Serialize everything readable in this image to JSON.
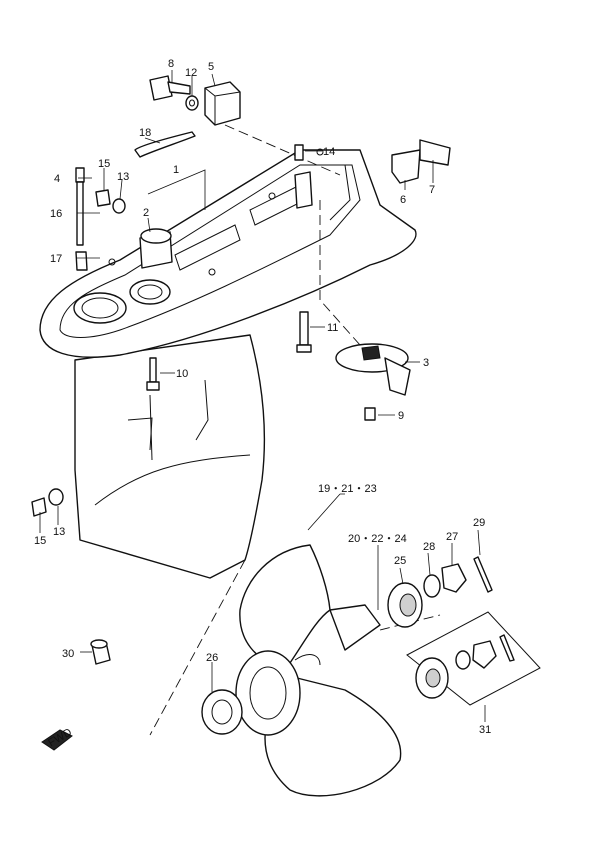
{
  "callouts": {
    "c1": "1",
    "c2": "2",
    "c3": "3",
    "c4": "4",
    "c5": "5",
    "c6": "6",
    "c7": "7",
    "c8": "8",
    "c9": "9",
    "c10": "10",
    "c11": "11",
    "c12": "12",
    "c13": "13",
    "c13b": "13",
    "c14": "14",
    "c15": "15",
    "c15b": "15",
    "c16": "16",
    "c17": "17",
    "c18": "18",
    "c19": "19・21・23",
    "c20": "20・22・24",
    "c25": "25",
    "c26": "26",
    "c27": "27",
    "c28": "28",
    "c29": "29",
    "c30": "30",
    "c31": "31"
  },
  "fwd_label": "FWD"
}
